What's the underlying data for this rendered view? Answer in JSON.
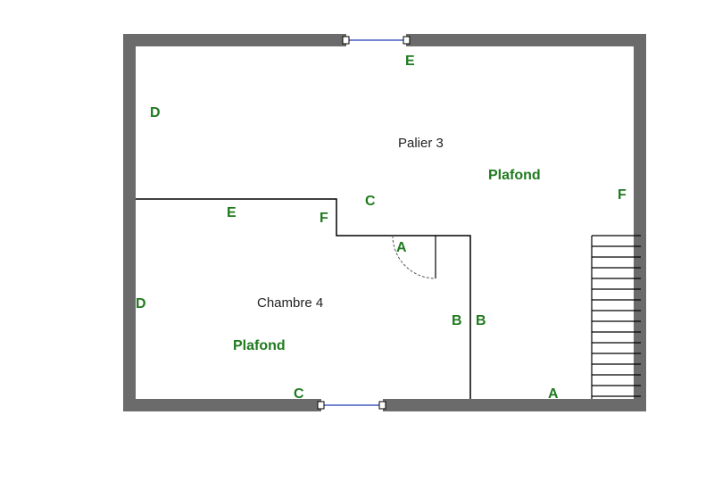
{
  "colors": {
    "outer_wall": "#6b6b6b",
    "inner_wall": "#000000",
    "window_line": "#1f3fb0",
    "label_green": "#1f7a1f",
    "room_text": "#222222"
  },
  "rooms": {
    "palier": {
      "name": "Palier 3",
      "ceiling": "Plafond"
    },
    "chambre": {
      "name": "Chambre 4",
      "ceiling": "Plafond"
    }
  },
  "wall_labels": {
    "palier_top": "E",
    "palier_left": "D",
    "palier_c": "C",
    "palier_right": "F",
    "palier_b": "B",
    "palier_bottom": "A",
    "chambre_top": "E",
    "chambre_f": "F",
    "chambre_door_a": "A",
    "chambre_left": "D",
    "chambre_b": "B",
    "chambre_bottom": "C"
  },
  "icons": {
    "staircase": "staircase-icon",
    "door": "door-swing-icon",
    "window": "window-icon"
  }
}
